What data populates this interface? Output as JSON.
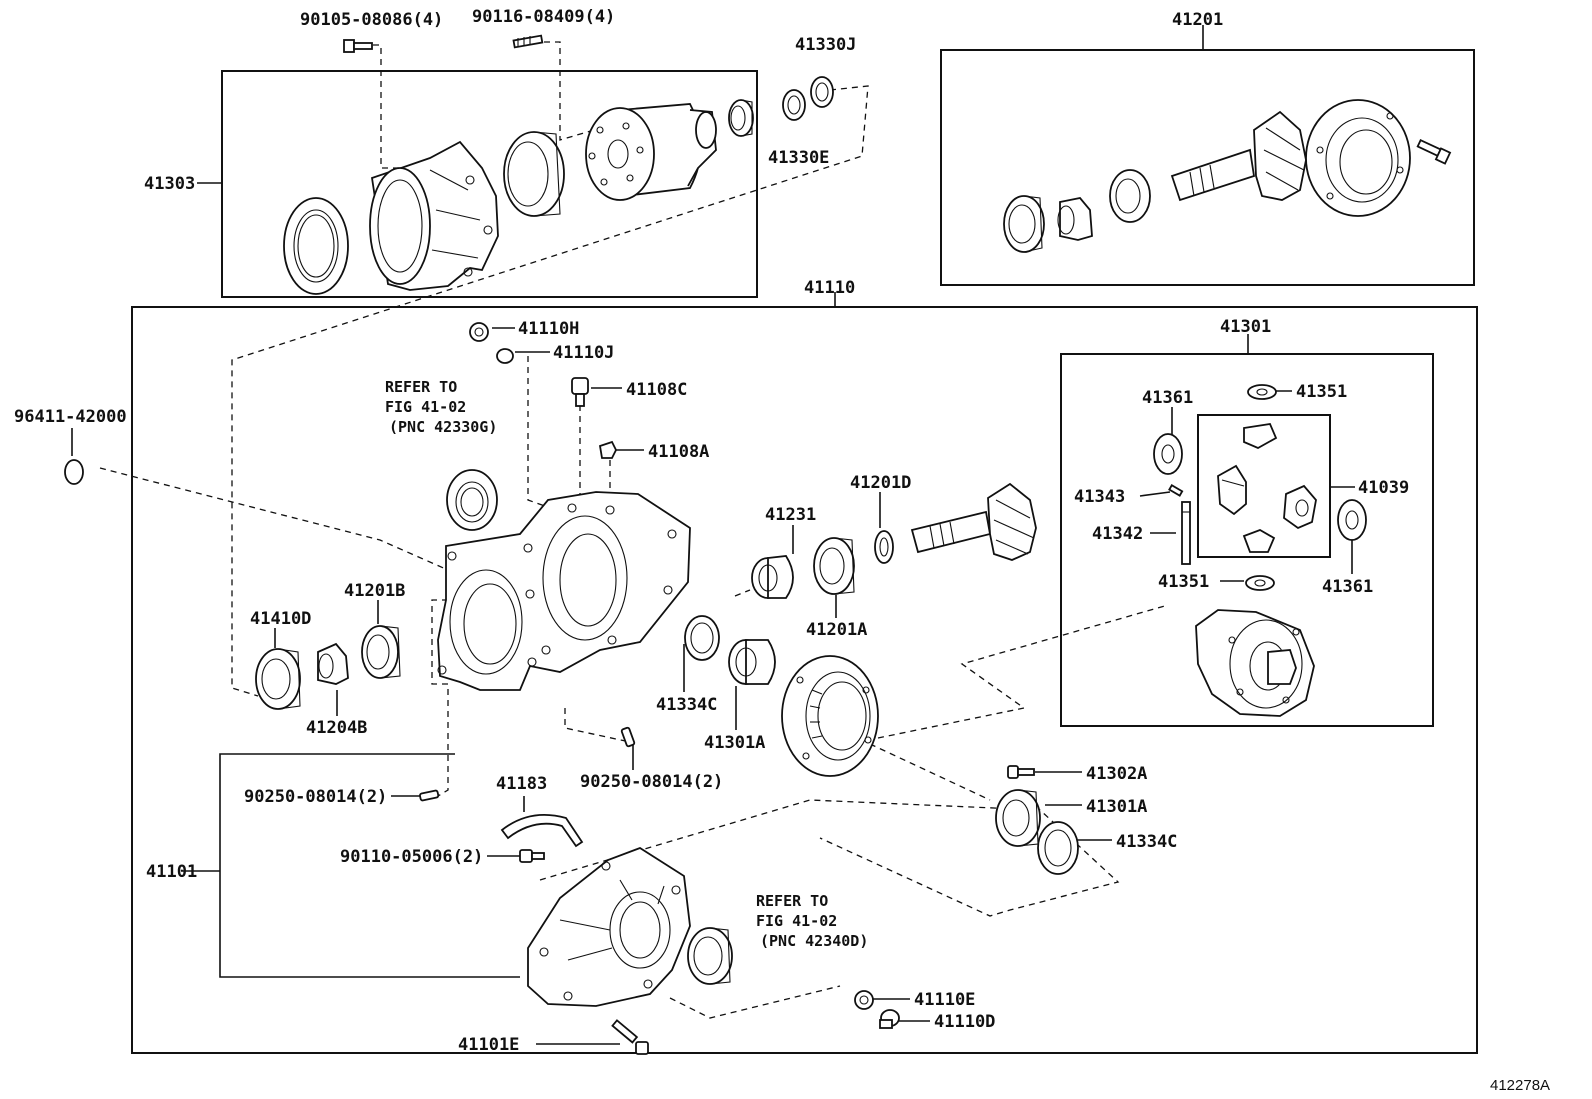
{
  "labels": {
    "p90105": "90105-08086(4)",
    "p90116": "90116-08409(4)",
    "p41330J": "41330J",
    "p41330E": "41330E",
    "p41303": "41303",
    "p41201_top": "41201",
    "p41110": "41110",
    "p41110H": "41110H",
    "p41110J": "41110J",
    "p41108C": "41108C",
    "p41108A": "41108A",
    "p96411": "96411-42000",
    "p41231": "41231",
    "p41201D": "41201D",
    "p41201A": "41201A",
    "p41201B": "41201B",
    "p41410D": "41410D",
    "p41204B": "41204B",
    "p41334C_l": "41334C",
    "p41301A_l": "41301A",
    "p90250_r": "90250-08014(2)",
    "p90250_l": "90250-08014(2)",
    "p41183": "41183",
    "p90110": "90110-05006(2)",
    "p41101": "41101",
    "p41101E": "41101E",
    "p41110E": "41110E",
    "p41110D": "41110D",
    "p41302A": "41302A",
    "p41301A_r": "41301A",
    "p41334C_r": "41334C",
    "p41301": "41301",
    "p41361_t": "41361",
    "p41351_t": "41351",
    "p41343": "41343",
    "p41342": "41342",
    "p41039": "41039",
    "p41351_b": "41351",
    "p41361_b": "41361"
  },
  "refer1": {
    "line1": "REFER TO",
    "line2": "FIG 41-02",
    "line3": "(PNC 42330G)"
  },
  "refer2": {
    "line1": "REFER TO",
    "line2": "FIG 41-02",
    "line3": "(PNC 42340D)"
  },
  "catalog_number": "412278A"
}
